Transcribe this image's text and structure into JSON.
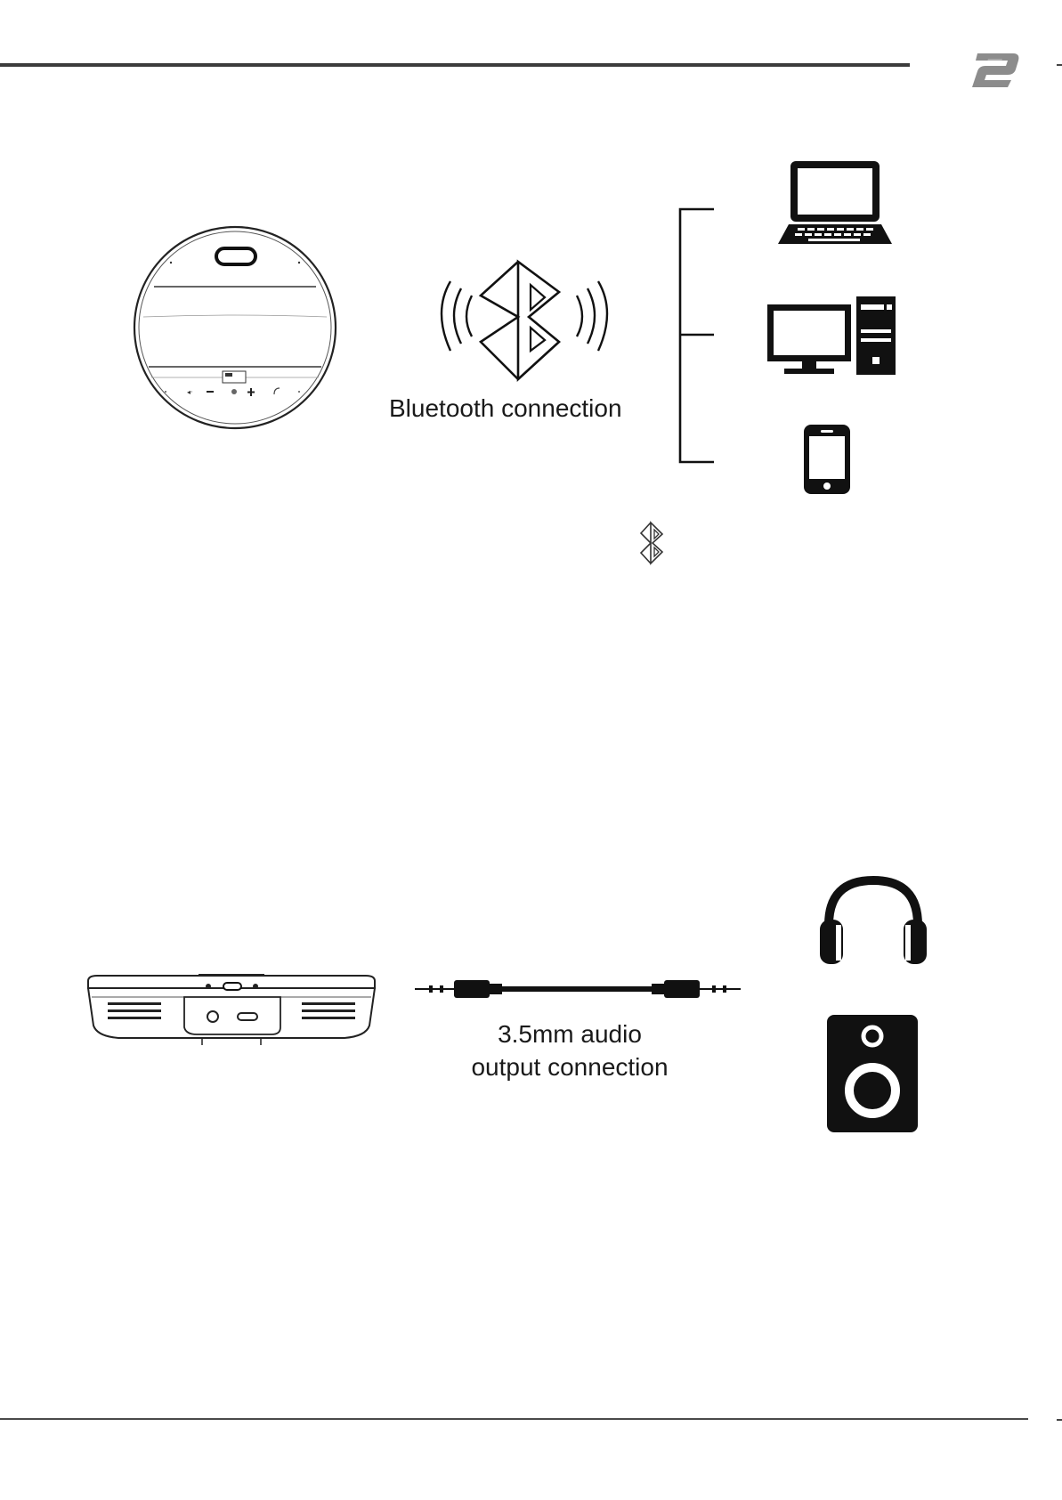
{
  "header": {
    "logo_icon": "b2-logo-icon"
  },
  "bluetooth_section": {
    "caption": "Bluetooth connection",
    "device": "speakerphone-top-view",
    "signal_icon": "bluetooth-signal-icon",
    "targets": [
      "laptop-icon",
      "desktop-computer-icon",
      "smartphone-icon"
    ],
    "small_icon": "bluetooth-icon"
  },
  "audio_section": {
    "caption_line1": "3.5mm audio",
    "caption_line2": "output connection",
    "device": "speakerphone-side-view",
    "cable": "audio-cable-icon",
    "targets": [
      "headphones-icon",
      "speaker-icon"
    ]
  },
  "colors": {
    "rule": "#3c3c3c",
    "logo": "#8a8a8a",
    "ink": "#111111"
  }
}
